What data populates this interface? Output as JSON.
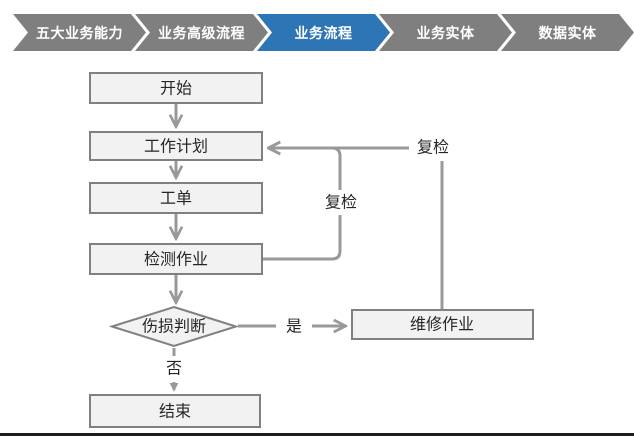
{
  "breadcrumb": {
    "items": [
      {
        "label": "五大业务能力",
        "active": false
      },
      {
        "label": "业务高级流程",
        "active": false
      },
      {
        "label": "业务流程",
        "active": true
      },
      {
        "label": "业务实体",
        "active": false
      },
      {
        "label": "数据实体",
        "active": false
      }
    ],
    "active_color": "#2E75B6",
    "inactive_color": "#7F7F7F",
    "text_color": "#FFFFFF"
  },
  "flowchart": {
    "nodes": [
      {
        "id": "start",
        "label": "开始",
        "shape": "rectangle"
      },
      {
        "id": "work-plan",
        "label": "工作计划",
        "shape": "rectangle"
      },
      {
        "id": "work-order",
        "label": "工单",
        "shape": "rectangle"
      },
      {
        "id": "inspection-job",
        "label": "检测作业",
        "shape": "rectangle"
      },
      {
        "id": "damage-judgment",
        "label": "伤损判断",
        "shape": "diamond"
      },
      {
        "id": "repair-job",
        "label": "维修作业",
        "shape": "rectangle"
      },
      {
        "id": "end",
        "label": "结束",
        "shape": "rectangle"
      }
    ],
    "edges": [
      {
        "from": "start",
        "to": "work-plan",
        "label": ""
      },
      {
        "from": "work-plan",
        "to": "work-order",
        "label": ""
      },
      {
        "from": "work-order",
        "to": "inspection-job",
        "label": ""
      },
      {
        "from": "inspection-job",
        "to": "damage-judgment",
        "label": ""
      },
      {
        "from": "damage-judgment",
        "to": "repair-job",
        "label": "是"
      },
      {
        "from": "damage-judgment",
        "to": "end",
        "label": "否"
      },
      {
        "from": "inspection-job",
        "to": "work-plan",
        "label": "复检"
      },
      {
        "from": "repair-job",
        "to": "work-plan",
        "label": "复检"
      }
    ],
    "colors": {
      "node_fill": "#F2F2F2",
      "node_border": "#808080",
      "connector": "#999999",
      "label_text": "#262626"
    }
  }
}
